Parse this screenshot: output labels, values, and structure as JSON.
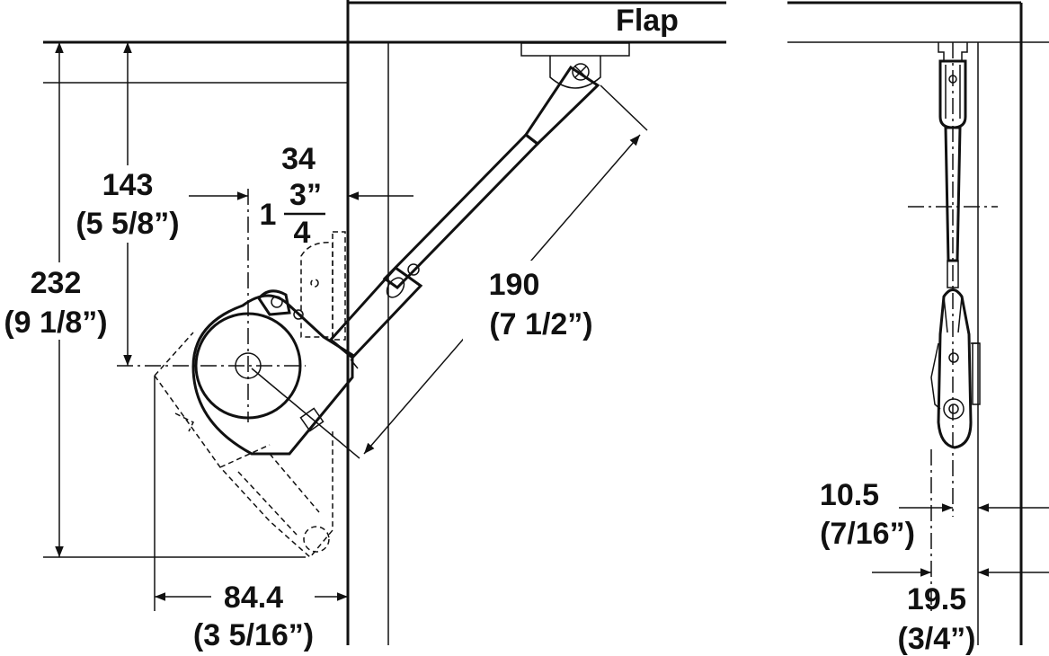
{
  "labels": {
    "flap": "Flap",
    "dim_232_mm": "232",
    "dim_232_in": "(9 1/8”)",
    "dim_143_mm": "143",
    "dim_143_in": "(5 5/8”)",
    "dim_34_mm": "34",
    "dim_34_in_whole": "1",
    "dim_34_in_num": "3”",
    "dim_34_in_den": "4",
    "dim_190_mm": "190",
    "dim_190_in": "(7 1/2”)",
    "dim_84_mm": "84.4",
    "dim_84_in": "(3 5/16”)",
    "dim_10_mm": "10.5",
    "dim_10_in": "(7/16”)",
    "dim_19_mm": "19.5",
    "dim_19_in": "(3/4”)"
  },
  "colors": {
    "line": "#111111",
    "background": "#ffffff",
    "part_fill": "#ffffff"
  }
}
